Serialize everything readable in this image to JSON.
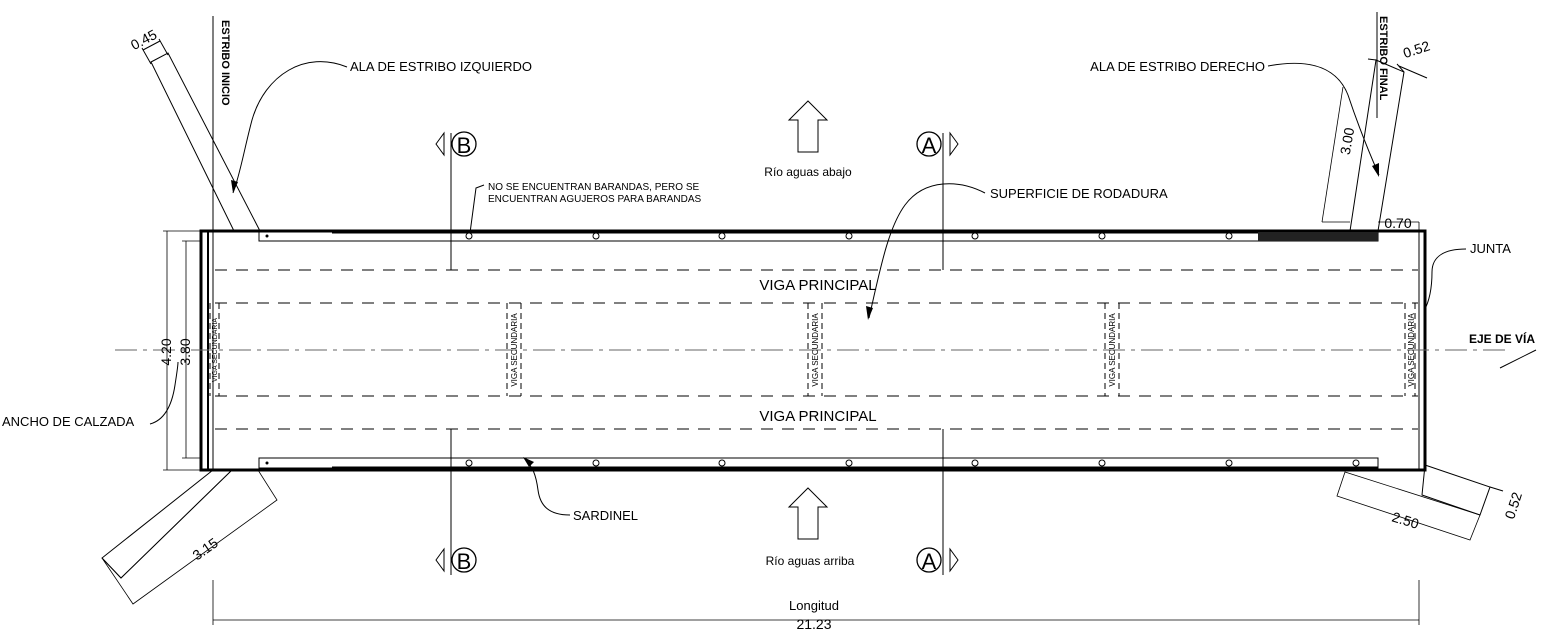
{
  "labels": {
    "estribo_inicio": "ESTRIBO INICIO",
    "estribo_final": "ESTRIBO FINAL",
    "ala_izquierdo": "ALA DE ESTRIBO IZQUIERDO",
    "ala_derecho": "ALA DE ESTRIBO DERECHO",
    "superficie": "SUPERFICIE DE RODADURA",
    "barandas_line1": "NO SE ENCUENTRAN BARANDAS, PERO SE",
    "barandas_line2": "ENCUENTRAN AGUJEROS PARA BARANDAS",
    "rio_abajo": "Río aguas abajo",
    "rio_arriba": "Río aguas arriba",
    "viga_principal_top": "VIGA PRINCIPAL",
    "viga_principal_bottom": "VIGA PRINCIPAL",
    "viga_secundaria": "VIGA SECUNDARIA",
    "junta": "JUNTA",
    "eje_via": "EJE DE VÍA",
    "ancho_calzada": "ANCHO DE CALZADA",
    "sardinel": "SARDINEL",
    "longitud": "Longitud",
    "section_a": "A",
    "section_b": "B"
  },
  "dimensions": {
    "ala_izq_width": "0.45",
    "ala_der_width": "0.52",
    "ala_der_length": "3.00",
    "junta_offset": "0.70",
    "ancho_total": "4.20",
    "ancho_calzada": "3.80",
    "ala_inf_izq_length": "3.15",
    "ala_inf_der_length": "2.50",
    "ala_inf_der_width": "0.52",
    "longitud": "21.23"
  }
}
